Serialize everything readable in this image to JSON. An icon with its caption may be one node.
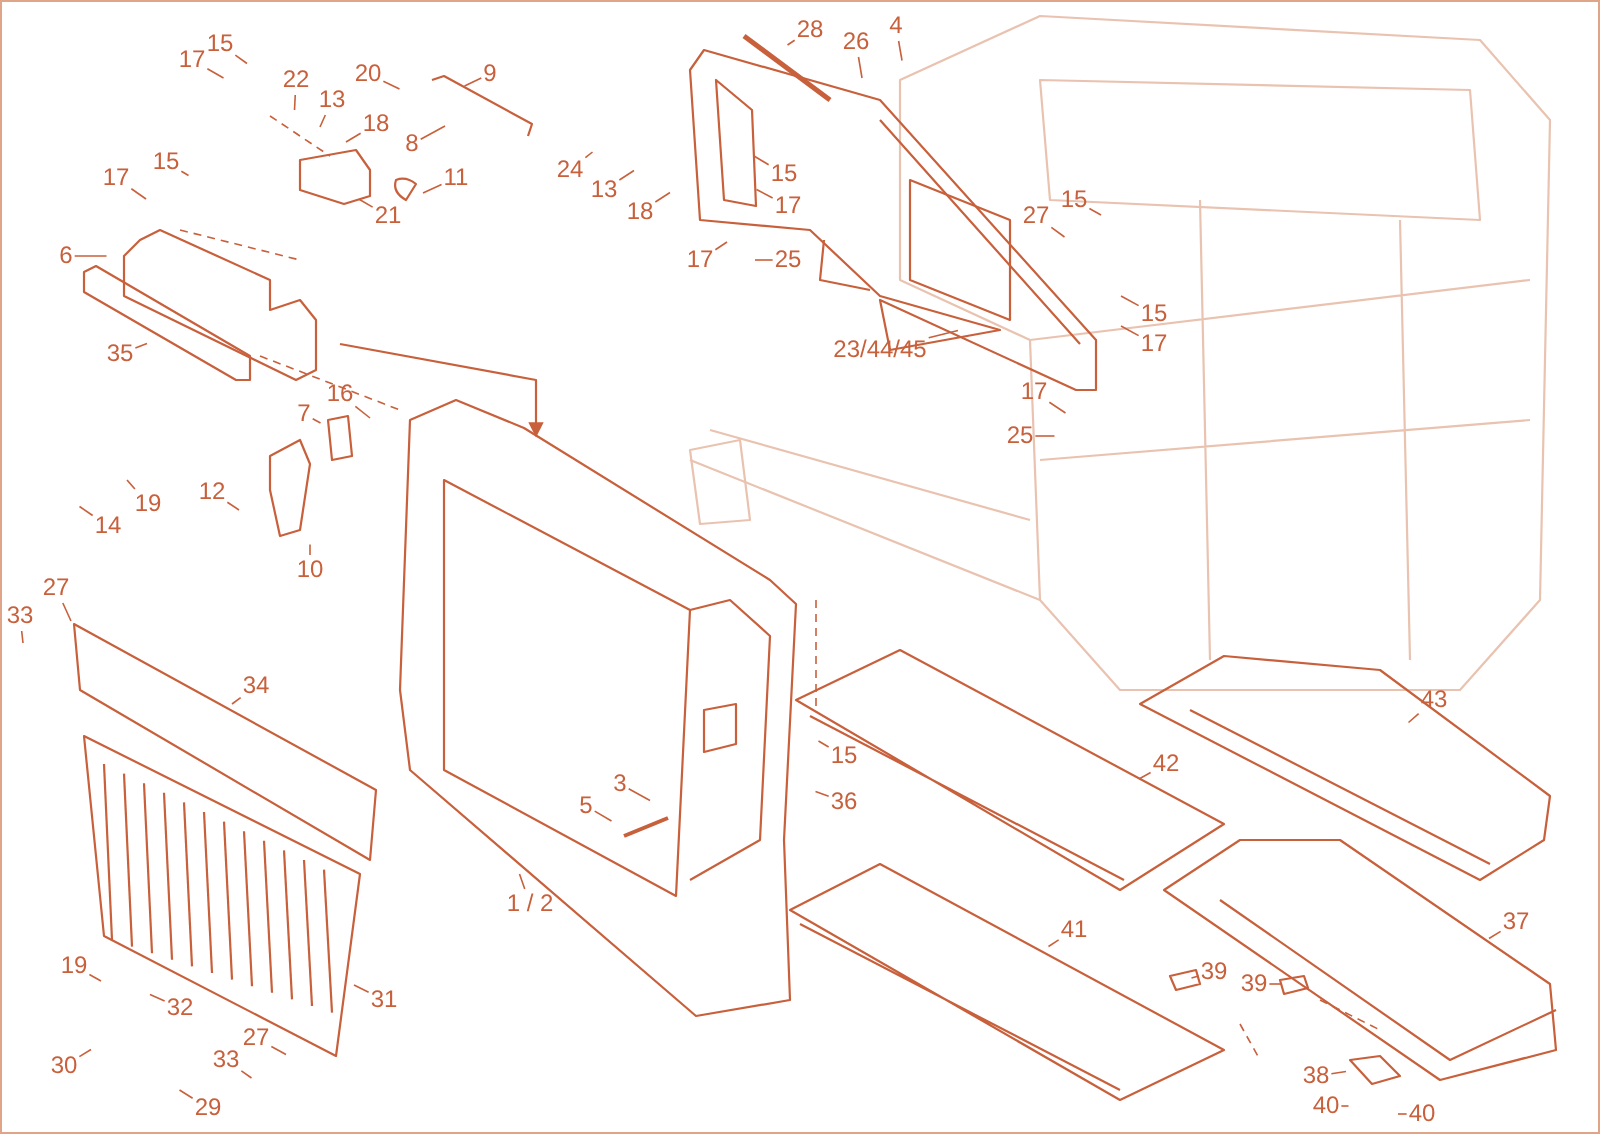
{
  "diagram": {
    "nodes": [
      {
        "text": [
          "15"
        ]
      },
      {
        "text": [
          "17"
        ]
      },
      {
        "text": [
          "22"
        ]
      },
      {
        "text": [
          "13"
        ]
      },
      {
        "text": [
          "18"
        ]
      },
      {
        "text": [
          "20"
        ]
      },
      {
        "text": [
          "9"
        ]
      },
      {
        "text": [
          "8"
        ]
      },
      {
        "text": [
          "11"
        ]
      },
      {
        "text": [
          "21"
        ]
      },
      {
        "text": [
          "24"
        ]
      },
      {
        "text": [
          "13"
        ]
      },
      {
        "text": [
          "18"
        ]
      },
      {
        "text": [
          "15"
        ]
      },
      {
        "text": [
          "17"
        ]
      },
      {
        "text": [
          "6"
        ]
      },
      {
        "text": [
          "35"
        ]
      },
      {
        "text": [
          "7"
        ]
      },
      {
        "text": [
          "16"
        ]
      },
      {
        "text": [
          "12"
        ]
      },
      {
        "text": [
          "19"
        ]
      },
      {
        "text": [
          "14"
        ]
      },
      {
        "text": [
          "10"
        ]
      },
      {
        "text": [
          "28"
        ]
      },
      {
        "text": [
          "26"
        ]
      },
      {
        "text": [
          "4"
        ]
      },
      {
        "text": [
          "15"
        ]
      },
      {
        "text": [
          "17"
        ]
      },
      {
        "text": [
          "17"
        ]
      },
      {
        "text": [
          "25"
        ]
      },
      {
        "text": [
          "23/44/45"
        ]
      },
      {
        "text": [
          "27"
        ]
      },
      {
        "text": [
          "15"
        ]
      },
      {
        "text": [
          "15"
        ]
      },
      {
        "text": [
          "17"
        ]
      },
      {
        "text": [
          "17"
        ]
      },
      {
        "text": [
          "25"
        ]
      },
      {
        "text": [
          "33"
        ]
      },
      {
        "text": [
          "27"
        ]
      },
      {
        "text": [
          "34"
        ]
      },
      {
        "text": [
          "3"
        ]
      },
      {
        "text": [
          "5"
        ]
      },
      {
        "text": [
          "1 / 2"
        ]
      },
      {
        "text": [
          "15"
        ]
      },
      {
        "text": [
          "36"
        ]
      },
      {
        "text": [
          "42"
        ]
      },
      {
        "text": [
          "43"
        ]
      },
      {
        "text": [
          "41"
        ]
      },
      {
        "text": [
          "37"
        ]
      },
      {
        "text": [
          "39"
        ]
      },
      {
        "text": [
          "39"
        ]
      },
      {
        "text": [
          "31"
        ]
      },
      {
        "text": [
          "19"
        ]
      },
      {
        "text": [
          "32"
        ]
      },
      {
        "text": [
          "30"
        ]
      },
      {
        "text": [
          "29"
        ]
      },
      {
        "text": [
          "27"
        ]
      },
      {
        "text": [
          "33"
        ]
      },
      {
        "text": [
          "38"
        ]
      },
      {
        "text": [
          "40"
        ]
      },
      {
        "text": [
          "40"
        ]
      }
    ],
    "edges": [
      {
        "from": 0,
        "to": null,
        "arrow": "none"
      },
      {
        "from": 1,
        "to": null,
        "arrow": "none"
      },
      {
        "from": 2,
        "to": null,
        "arrow": "none"
      },
      {
        "from": 3,
        "to": null,
        "arrow": "none"
      },
      {
        "from": 4,
        "to": null,
        "arrow": "none"
      },
      {
        "from": 5,
        "to": null,
        "arrow": "none"
      },
      {
        "from": 6,
        "to": null,
        "arrow": "none"
      },
      {
        "from": 7,
        "to": null,
        "arrow": "none"
      },
      {
        "from": 8,
        "to": null,
        "arrow": "none"
      },
      {
        "from": 9,
        "to": null,
        "arrow": "none"
      },
      {
        "from": 10,
        "to": null,
        "arrow": "none"
      },
      {
        "from": 11,
        "to": null,
        "arrow": "none"
      },
      {
        "from": 12,
        "to": null,
        "arrow": "none"
      },
      {
        "from": 13,
        "to": null,
        "arrow": "none"
      },
      {
        "from": 14,
        "to": null,
        "arrow": "none"
      },
      {
        "from": 15,
        "to": null,
        "arrow": "none"
      },
      {
        "from": 16,
        "to": null,
        "arrow": "none"
      },
      {
        "from": 17,
        "to": null,
        "arrow": "none"
      },
      {
        "from": 18,
        "to": null,
        "arrow": "none"
      },
      {
        "from": 19,
        "to": null,
        "arrow": "none"
      },
      {
        "from": 20,
        "to": null,
        "arrow": "none"
      },
      {
        "from": 21,
        "to": null,
        "arrow": "none"
      },
      {
        "from": 22,
        "to": null,
        "arrow": "none"
      },
      {
        "from": 23,
        "to": null,
        "arrow": "none"
      },
      {
        "from": 24,
        "to": null,
        "arrow": "none"
      },
      {
        "from": 25,
        "to": null,
        "arrow": "none"
      },
      {
        "from": 26,
        "to": null,
        "arrow": "none"
      },
      {
        "from": 27,
        "to": null,
        "arrow": "none"
      },
      {
        "from": 28,
        "to": null,
        "arrow": "none"
      },
      {
        "from": 29,
        "to": null,
        "arrow": "none"
      },
      {
        "from": 30,
        "to": null,
        "arrow": "none"
      },
      {
        "from": 31,
        "to": null,
        "arrow": "none"
      },
      {
        "from": 32,
        "to": null,
        "arrow": "none"
      },
      {
        "from": 33,
        "to": null,
        "arrow": "none"
      },
      {
        "from": 34,
        "to": null,
        "arrow": "none"
      },
      {
        "from": 35,
        "to": null,
        "arrow": "none"
      },
      {
        "from": 36,
        "to": null,
        "arrow": "none"
      },
      {
        "from": 37,
        "to": null,
        "arrow": "none"
      },
      {
        "from": 38,
        "to": null,
        "arrow": "none"
      },
      {
        "from": 39,
        "to": null,
        "arrow": "none"
      },
      {
        "from": 40,
        "to": null,
        "arrow": "none"
      },
      {
        "from": 41,
        "to": null,
        "arrow": "none"
      },
      {
        "from": 42,
        "to": null,
        "arrow": "none"
      },
      {
        "from": 43,
        "to": null,
        "arrow": "none"
      },
      {
        "from": 44,
        "to": null,
        "arrow": "none"
      },
      {
        "from": 45,
        "to": null,
        "arrow": "none"
      },
      {
        "from": 46,
        "to": null,
        "arrow": "none"
      },
      {
        "from": 47,
        "to": null,
        "arrow": "none"
      },
      {
        "from": 48,
        "to": null,
        "arrow": "none"
      },
      {
        "from": 49,
        "to": null,
        "arrow": "none"
      },
      {
        "from": 50,
        "to": null,
        "arrow": "none"
      },
      {
        "from": 51,
        "to": null,
        "arrow": "none"
      },
      {
        "from": 52,
        "to": null,
        "arrow": "none"
      },
      {
        "from": 53,
        "to": null,
        "arrow": "none"
      },
      {
        "from": 54,
        "to": null,
        "arrow": "none"
      },
      {
        "from": 55,
        "to": null,
        "arrow": "none"
      },
      {
        "from": 56,
        "to": null,
        "arrow": "none"
      },
      {
        "from": 57,
        "to": null,
        "arrow": "none"
      },
      {
        "from": 58,
        "to": null,
        "arrow": "none"
      },
      {
        "from": 59,
        "to": null,
        "arrow": "none"
      },
      {
        "from": 60,
        "to": null,
        "arrow": "none"
      }
    ]
  }
}
